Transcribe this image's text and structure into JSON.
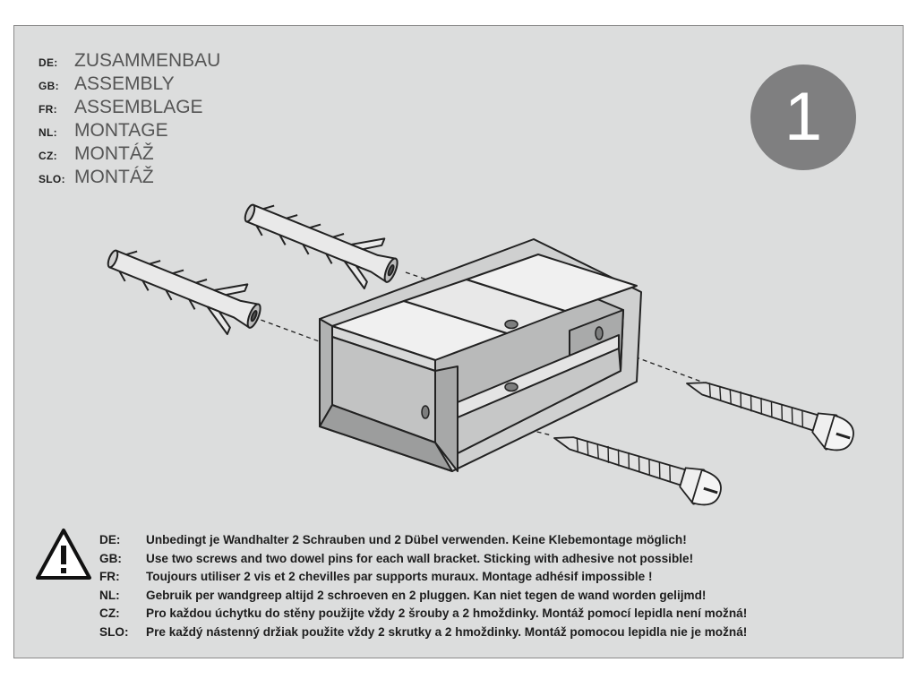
{
  "step_number": "1",
  "titles": [
    {
      "code": "DE:",
      "text": "ZUSAMMENBAU"
    },
    {
      "code": "GB:",
      "text": "ASSEMBLY"
    },
    {
      "code": "FR:",
      "text": "ASSEMBLAGE"
    },
    {
      "code": "NL:",
      "text": "MONTAGE"
    },
    {
      "code": "CZ:",
      "text": "MONTÁŽ"
    },
    {
      "code": "SLO:",
      "text": "MONTÁŽ"
    }
  ],
  "warning_icon": "warning-triangle-icon",
  "notes": [
    {
      "code": "DE:",
      "text": "Unbedingt je Wandhalter 2 Schrauben und 2 Dübel verwenden. Keine Klebemontage möglich!"
    },
    {
      "code": "GB:",
      "text": "Use two screws and two dowel pins for each wall bracket. Sticking with adhesive not possible!"
    },
    {
      "code": "FR:",
      "text": "Toujours utiliser 2 vis et 2 chevilles par supports muraux. Montage adhésif impossible !"
    },
    {
      "code": "NL:",
      "text": "Gebruik per wandgreep altijd 2 schroeven en 2 pluggen. Kan niet tegen de wand worden gelijmd!"
    },
    {
      "code": "CZ:",
      "text": "Pro každou úchytku do stěny použijte vždy 2 šrouby a 2 hmoždinky. Montáž pomocí lepidla není možná!"
    },
    {
      "code": "SLO:",
      "text": "Pre každý nástenný držiak použite vždy 2 skrutky a 2 hmoždinky. Montáž pomocou lepidla nie je možná!"
    }
  ]
}
